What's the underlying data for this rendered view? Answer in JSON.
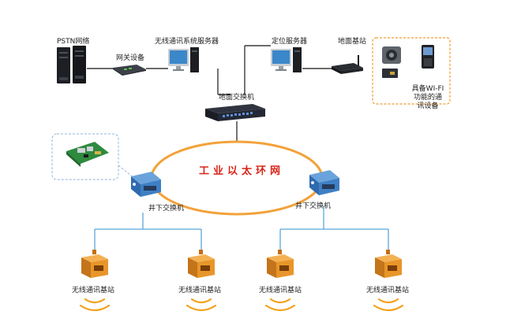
{
  "surface_nodes": {
    "pstn": "PSTN网络",
    "gateway": "网关设备",
    "wireless_server": "无线通讯系统服务器",
    "location_server": "定位服务器",
    "ground_base": "地面基站",
    "wifi_devices": "具备WI-FI功能的通讯设备",
    "ground_switch": "地面交换机"
  },
  "ring": {
    "label": "工业以太环网"
  },
  "underground": {
    "switch_left": "井下交换机",
    "switch_right": "井下交换机",
    "base_stations": [
      "无线通讯基站",
      "无线通讯基站",
      "无线通讯基站",
      "无线通讯基站"
    ]
  },
  "colors": {
    "ring": "#f2a23a",
    "ring_title": "#d92418",
    "wire_dark": "#3a3a3a",
    "wire_blue": "#5aa6dc",
    "callout_border": "#f39a2a",
    "base_station": "#e8962a",
    "switch_body": "#3f7fc4"
  },
  "icons": {
    "pstn": "server-tower-icon",
    "gateway": "gateway-box-icon",
    "wireless_server": "desktop-computer-icon",
    "location_server": "desktop-computer-icon",
    "ground_base": "router-antenna-icon",
    "ground_switch": "rack-switch-icon",
    "underground_switch": "explosion-proof-switch-icon",
    "base_station": "explosion-proof-base-station-icon",
    "signal": "wireless-signal-icon"
  }
}
